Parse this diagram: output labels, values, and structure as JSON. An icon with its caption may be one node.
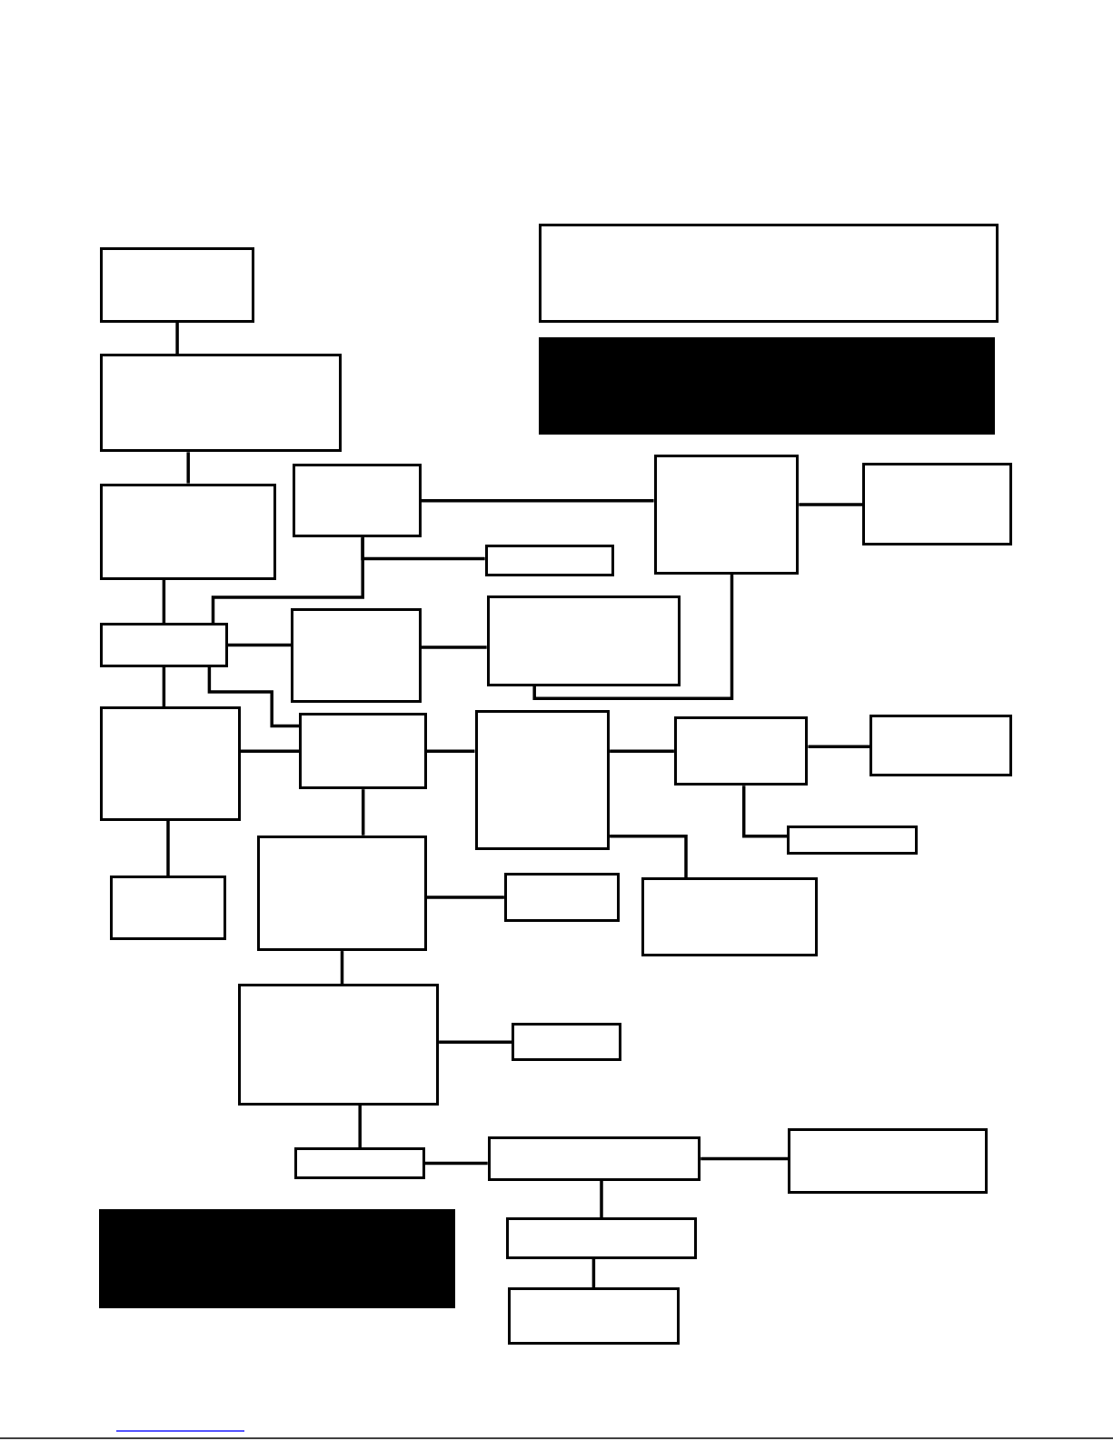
{
  "diagram": {
    "nodes": [
      {
        "text": [],
        "shape": "box"
      },
      {
        "text": [],
        "shape": "box"
      },
      {
        "text": [],
        "shape": "box"
      },
      {
        "text": [],
        "shape": "box"
      },
      {
        "text": [],
        "shape": "box"
      },
      {
        "text": [],
        "shape": "box"
      },
      {
        "text": [],
        "shape": "box"
      },
      {
        "text": [],
        "shape": "box"
      },
      {
        "text": [],
        "shape": "box"
      },
      {
        "text": [],
        "shape": "box"
      },
      {
        "text": [],
        "shape": "box"
      },
      {
        "text": [],
        "shape": "box"
      },
      {
        "text": [],
        "shape": "box"
      },
      {
        "text": [],
        "shape": "box"
      },
      {
        "text": [],
        "shape": "box"
      },
      {
        "text": [],
        "shape": "box"
      },
      {
        "text": [],
        "shape": "box"
      },
      {
        "text": [],
        "shape": "box"
      },
      {
        "text": [],
        "shape": "box"
      },
      {
        "text": [],
        "shape": "box"
      },
      {
        "text": [],
        "shape": "box"
      },
      {
        "text": [],
        "shape": "box"
      },
      {
        "text": [],
        "shape": "box"
      },
      {
        "text": [],
        "shape": "box"
      },
      {
        "text": [],
        "shape": "box"
      },
      {
        "text": [],
        "shape": "box"
      },
      {
        "text": [],
        "shape": "box"
      },
      {
        "text": [],
        "shape": "box"
      },
      {
        "text": [],
        "shape": "box"
      },
      {
        "text": [],
        "shape": "box"
      }
    ],
    "edges": [
      {
        "from": 0,
        "to": 3,
        "arrow": "none"
      },
      {
        "from": 3,
        "to": 4,
        "arrow": "none"
      },
      {
        "from": 4,
        "to": 9,
        "arrow": "none"
      },
      {
        "from": 5,
        "to": 6,
        "arrow": "none"
      },
      {
        "from": 6,
        "to": 7,
        "arrow": "none"
      },
      {
        "from": 5,
        "to": 8,
        "arrow": "none"
      },
      {
        "from": 5,
        "to": 9,
        "arrow": "none"
      },
      {
        "from": 9,
        "to": 10,
        "arrow": "none"
      },
      {
        "from": 10,
        "to": 11,
        "arrow": "none"
      },
      {
        "from": 6,
        "to": 11,
        "arrow": "none"
      },
      {
        "from": 9,
        "to": 12,
        "arrow": "none"
      },
      {
        "from": 9,
        "to": 13,
        "arrow": "none"
      },
      {
        "from": 12,
        "to": 13,
        "arrow": "none"
      },
      {
        "from": 12,
        "to": 18,
        "arrow": "none"
      },
      {
        "from": 13,
        "to": 14,
        "arrow": "none"
      },
      {
        "from": 13,
        "to": 19,
        "arrow": "none"
      },
      {
        "from": 14,
        "to": 15,
        "arrow": "none"
      },
      {
        "from": 14,
        "to": 21,
        "arrow": "none"
      },
      {
        "from": 15,
        "to": 16,
        "arrow": "none"
      },
      {
        "from": 15,
        "to": 17,
        "arrow": "none"
      },
      {
        "from": 19,
        "to": 20,
        "arrow": "none"
      },
      {
        "from": 19,
        "to": 22,
        "arrow": "none"
      },
      {
        "from": 22,
        "to": 23,
        "arrow": "none"
      },
      {
        "from": 22,
        "to": 24,
        "arrow": "none"
      },
      {
        "from": 24,
        "to": 25,
        "arrow": "none"
      },
      {
        "from": 25,
        "to": 26,
        "arrow": "none"
      },
      {
        "from": 25,
        "to": 28,
        "arrow": "none"
      },
      {
        "from": 28,
        "to": 29,
        "arrow": "none"
      }
    ]
  }
}
